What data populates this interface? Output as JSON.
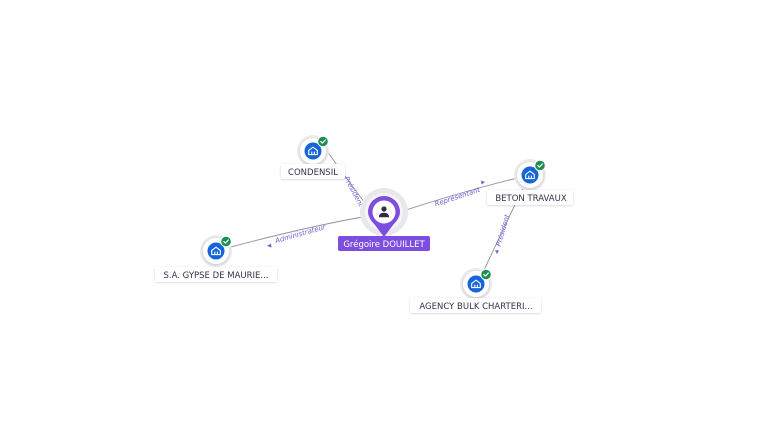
{
  "graph": {
    "center": {
      "label": "Grégoire DOUILLET",
      "icon": "person-icon",
      "color": "#7c4dde"
    },
    "companies": [
      {
        "id": "condensil",
        "label": "CONDENSIL",
        "icon": "building-icon",
        "status": "verified-check-icon"
      },
      {
        "id": "beton",
        "label": "BETON TRAVAUX",
        "icon": "building-icon",
        "status": "verified-check-icon"
      },
      {
        "id": "gypse",
        "label": "S.A. GYPSE DE MAURIE...",
        "icon": "building-icon",
        "status": "verified-check-icon"
      },
      {
        "id": "agency",
        "label": "AGENCY BULK CHARTERI...",
        "icon": "building-icon",
        "status": "verified-check-icon"
      }
    ],
    "edges": [
      {
        "from": "center",
        "to": "condensil",
        "label": "Président"
      },
      {
        "from": "center",
        "to": "beton",
        "label": "Représentant"
      },
      {
        "from": "center",
        "to": "gypse",
        "label": "Administrateur"
      },
      {
        "from": "beton",
        "to": "agency",
        "label": "Président"
      }
    ],
    "colors": {
      "company_blue": "#1565d8",
      "check_green": "#1e8e52",
      "edge_label": "#6c63d6",
      "edge_line": "#8d8fa3"
    }
  }
}
